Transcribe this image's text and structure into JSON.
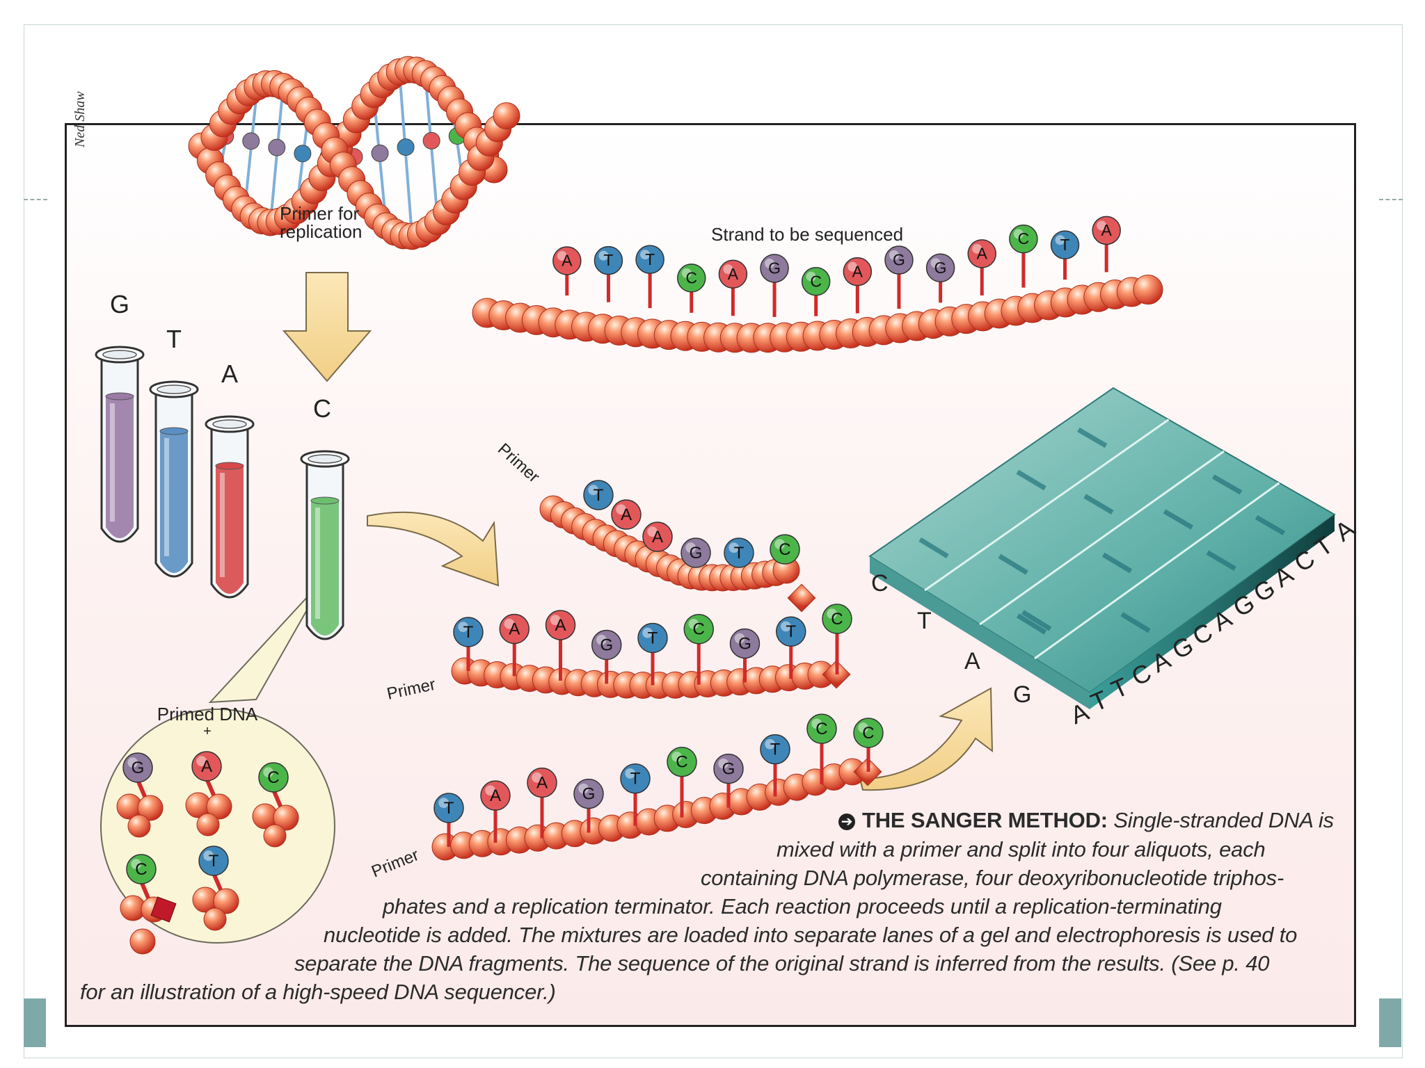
{
  "credit": "Ned Shaw",
  "labels": {
    "primer_for_replication": [
      "Primer for",
      "replication"
    ],
    "strand_to_be_sequenced": "Strand to be sequenced",
    "primed_dna": "Primed DNA",
    "plus": "+",
    "primer": "Primer"
  },
  "strand_bases": [
    "A",
    "T",
    "T",
    "C",
    "A",
    "G",
    "C",
    "A",
    "G",
    "G",
    "A",
    "C",
    "T",
    "A"
  ],
  "tubes": [
    {
      "label": "G",
      "color": "#9b7aa6"
    },
    {
      "label": "T",
      "color": "#5b8fc2"
    },
    {
      "label": "A",
      "color": "#d8484a"
    },
    {
      "label": "C",
      "color": "#6cbf6e"
    }
  ],
  "fragments": [
    {
      "bases": [
        "T",
        "A",
        "A",
        "G",
        "T",
        "C"
      ]
    },
    {
      "bases": [
        "T",
        "A",
        "A",
        "G",
        "T",
        "C",
        "G",
        "T",
        "C"
      ]
    },
    {
      "bases": [
        "T",
        "A",
        "A",
        "G",
        "T",
        "C",
        "G",
        "T",
        "C",
        "C"
      ]
    }
  ],
  "nucleotides_in_circle": [
    "G",
    "A",
    "C",
    "C",
    "T"
  ],
  "gel": {
    "lane_labels": [
      "C",
      "T",
      "A",
      "G"
    ],
    "sequence_read": "ATTCAGCAGGACTA"
  },
  "base_colors": {
    "A": "#e2585a",
    "T": "#3f86b8",
    "G": "#8e7a9c",
    "C": "#4cb54a"
  },
  "caption": {
    "title": "THE SANGER METHOD:",
    "lines": [
      "Single-stranded DNA is",
      "mixed with a primer and split into four aliquots, each",
      "containing DNA polymerase, four deoxyribonucleotide triphos-",
      "phates and a replication terminator. Each reaction proceeds until a replication-terminating",
      "nucleotide is added. The mixtures are loaded into separate lanes of a gel and electrophoresis is used to",
      "separate the DNA fragments. The sequence of the original strand is inferred from the results.  (See p. 40",
      "for an illustration of a high-speed DNA sequencer.)"
    ]
  }
}
